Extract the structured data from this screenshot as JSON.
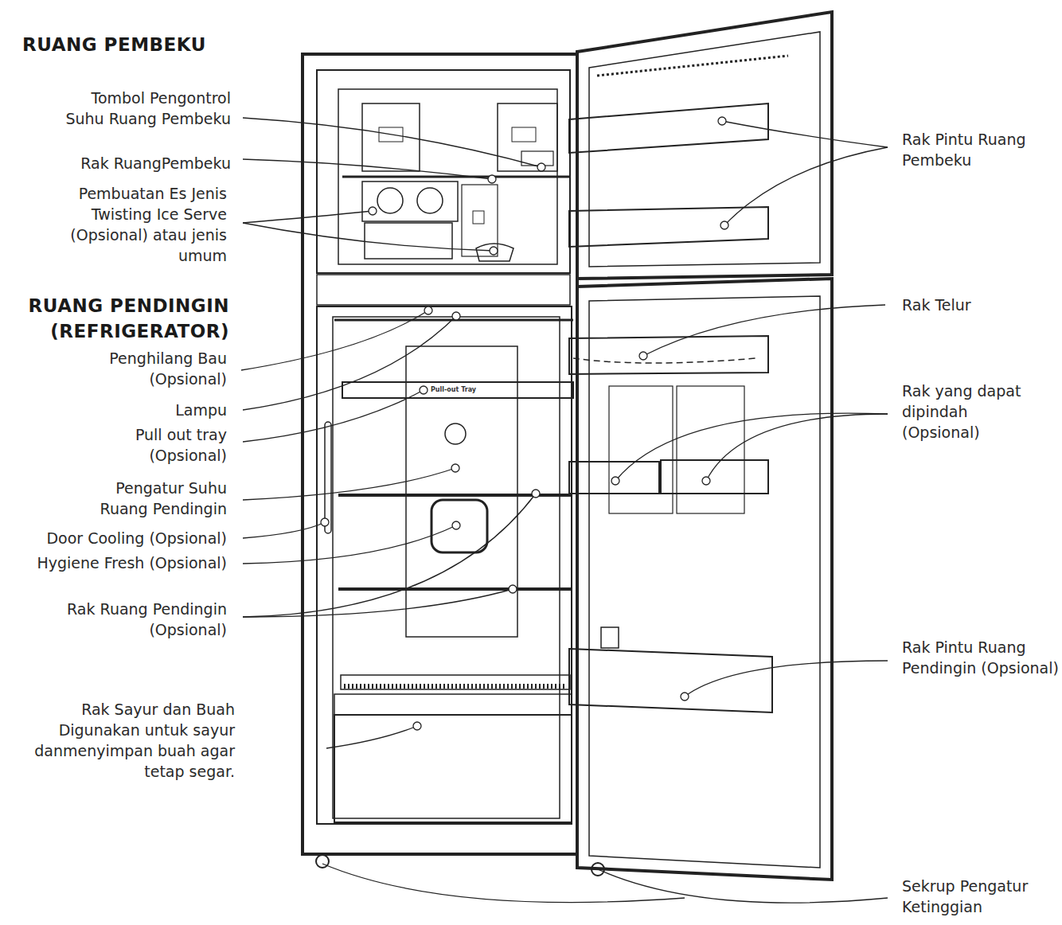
{
  "diagram": {
    "labels": [
      "RUANG PEMBEKU",
      "Tombol Pengontrol Suhu Ruang Pembeku",
      "Rak RuangPembeku",
      "Pembuatan Es Jenis Twisting Ice Serve (Opsional) atau jenis umum",
      "RUANG PENDINGIN (REFRIGERATOR)",
      "Penghilang Bau (Opsional)",
      "Lampu",
      "Pull out tray (Opsional)",
      "Pengatur Suhu Ruang Pendingin",
      "Door Cooling (Opsional)",
      "Hygiene Fresh (Opsional)",
      "Rak Ruang Pendingin (Opsional)",
      "Rak Sayur dan Buah Digunakan untuk sayur danmenyimpan buah agar tetap segar.",
      "Pull-out Tray",
      "Rak Pintu Ruang Pembeku",
      "Rak Telur",
      "Rak yang dapat dipindah (Opsional)",
      "Rak Pintu Ruang Pendingin (Opsional)",
      "Sekrup Pengatur Ketinggian"
    ]
  }
}
